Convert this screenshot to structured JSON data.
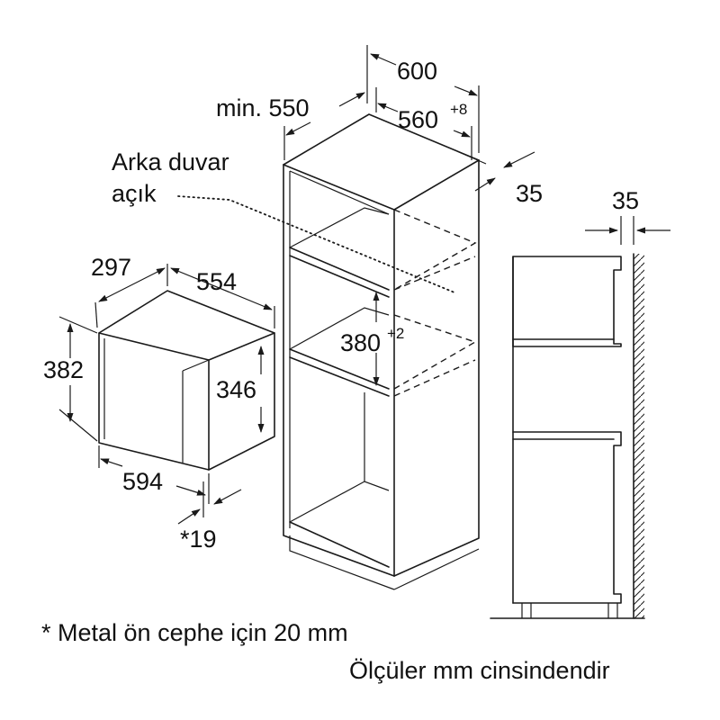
{
  "labels": {
    "d600": "600",
    "min550": "min. 550",
    "d560": "560",
    "d560_tol": "+8",
    "d35_cab": "35",
    "arka1": "Arka duvar",
    "arka2": "açık",
    "d297": "297",
    "d554": "554",
    "d382": "382",
    "d346": "346",
    "d594": "594",
    "d19": "*19",
    "d380": "380",
    "d380_tol": "+2",
    "d35_side": "35"
  },
  "notes": {
    "metal": "* Metal ön cephe için 20 mm",
    "units": "Ölçüler mm cinsindendir"
  },
  "colors": {
    "line": "#1a1a1a",
    "text": "#111111",
    "background": "#ffffff"
  }
}
